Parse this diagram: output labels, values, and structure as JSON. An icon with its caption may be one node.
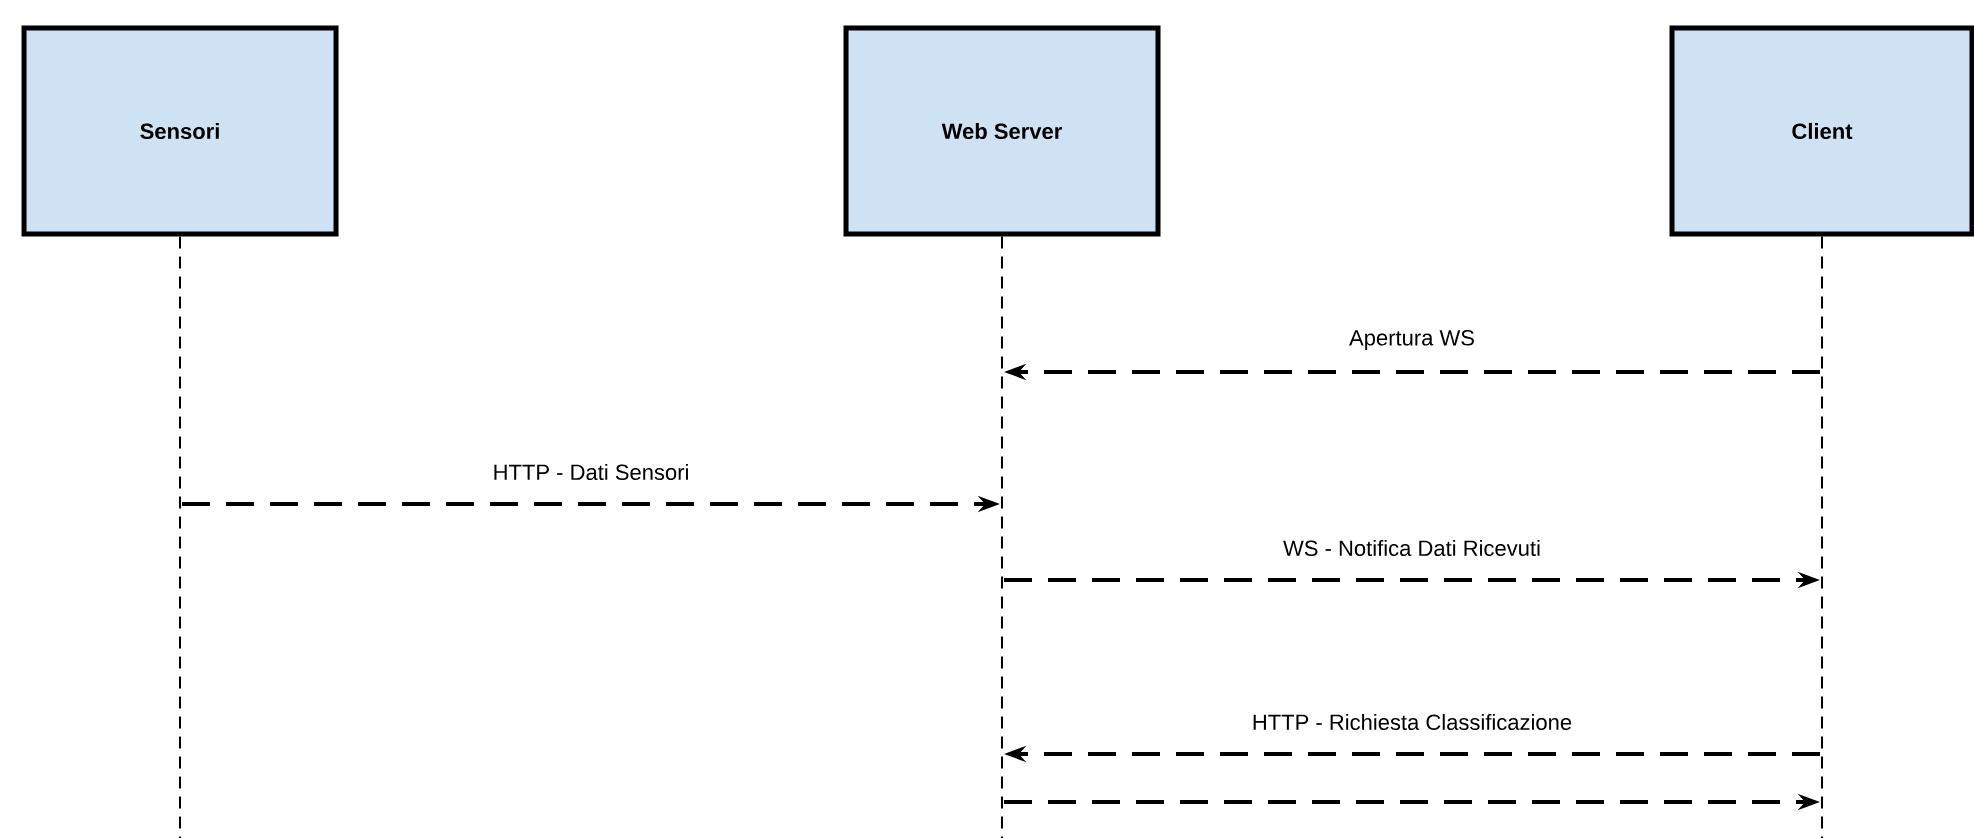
{
  "diagram": {
    "nodes": [
      {
        "text": [
          "Sensori"
        ]
      },
      {
        "text": [
          "Web Server"
        ]
      },
      {
        "text": [
          "Client"
        ]
      }
    ],
    "edges": [
      {
        "from": 2,
        "to": 1,
        "arrow": "to",
        "label": "Apertura WS",
        "style": "dashed"
      },
      {
        "from": 0,
        "to": 1,
        "arrow": "to",
        "label": "HTTP - Dati Sensori",
        "style": "dashed"
      },
      {
        "from": 1,
        "to": 2,
        "arrow": "to",
        "label": "WS - Notifica Dati Ricevuti",
        "style": "dashed"
      },
      {
        "from": 2,
        "to": 1,
        "arrow": "to",
        "label": "HTTP - Richiesta Classificazione",
        "style": "dashed"
      },
      {
        "from": 1,
        "to": 2,
        "arrow": "to",
        "style": "dashed"
      }
    ]
  }
}
